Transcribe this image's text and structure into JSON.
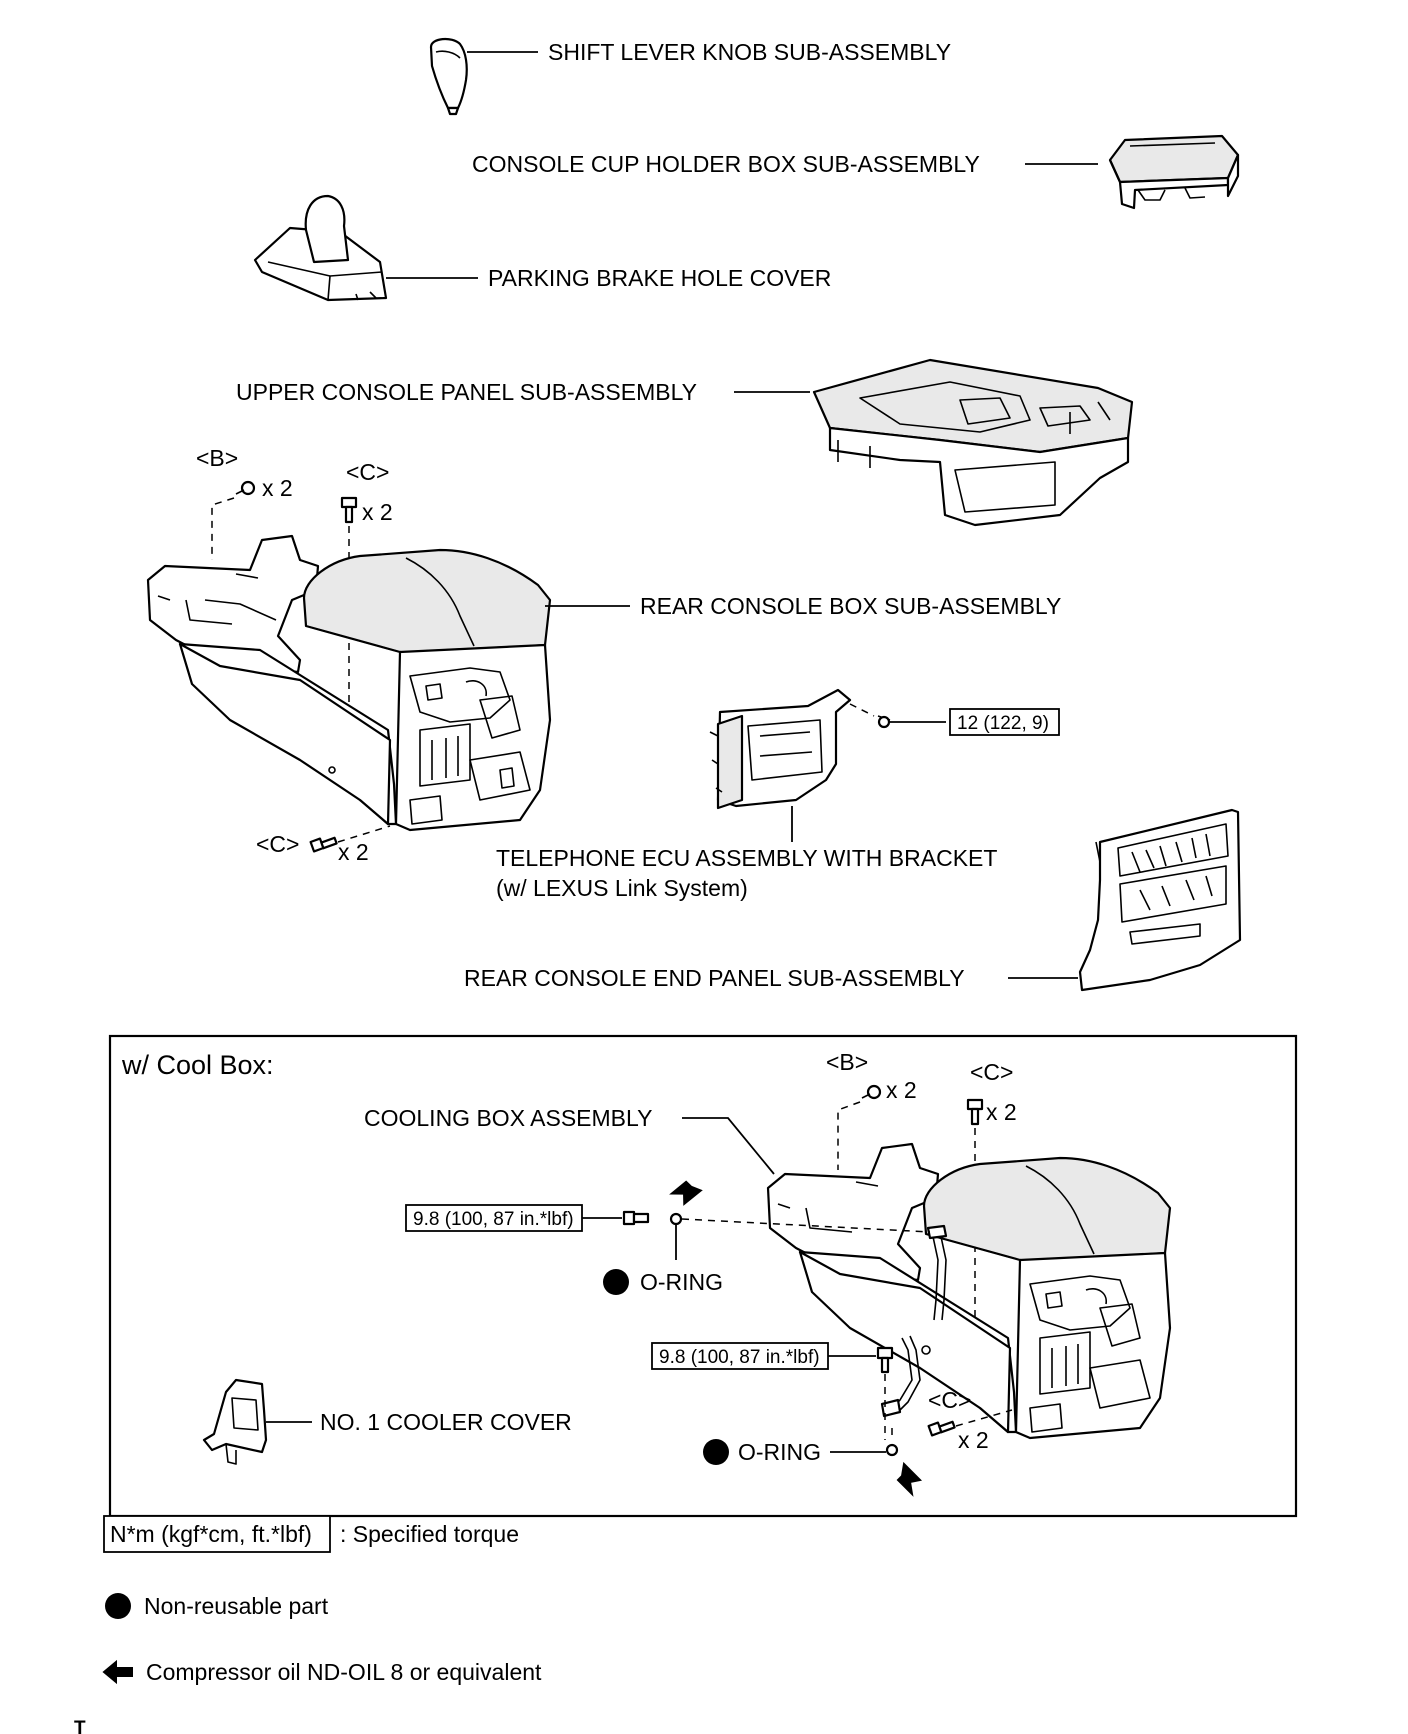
{
  "labels": {
    "shift_knob": "SHIFT LEVER KNOB SUB-ASSEMBLY",
    "cup_holder": "CONSOLE CUP HOLDER BOX SUB-ASSEMBLY",
    "parking_brake": "PARKING BRAKE HOLE COVER",
    "upper_panel": "UPPER CONSOLE PANEL SUB-ASSEMBLY",
    "rear_console_box": "REAR CONSOLE BOX SUB-ASSEMBLY",
    "telephone_ecu": "TELEPHONE ECU ASSEMBLY WITH BRACKET",
    "telephone_ecu_note": "(w/ LEXUS Link System)",
    "rear_end_panel": "REAR CONSOLE END PANEL SUB-ASSEMBLY",
    "cooling_box": "COOLING BOX ASSEMBLY",
    "cooler_cover": "NO. 1 COOLER COVER",
    "o_ring": "O-RING"
  },
  "fasteners": {
    "b": "<B>",
    "c": "<C>",
    "qty": "x 2"
  },
  "torque": {
    "ecu": "12 (122, 9)",
    "pipe": "9.8 (100, 87 in.*lbf)"
  },
  "cool_box_section": {
    "title": "w/ Cool Box:"
  },
  "legend": {
    "torque_box": "N*m (kgf*cm, ft.*lbf)",
    "torque_text": ": Specified torque",
    "non_reusable": "Non-reusable part",
    "compressor_oil": "Compressor oil ND-OIL 8 or equivalent"
  },
  "footer_code": "T"
}
